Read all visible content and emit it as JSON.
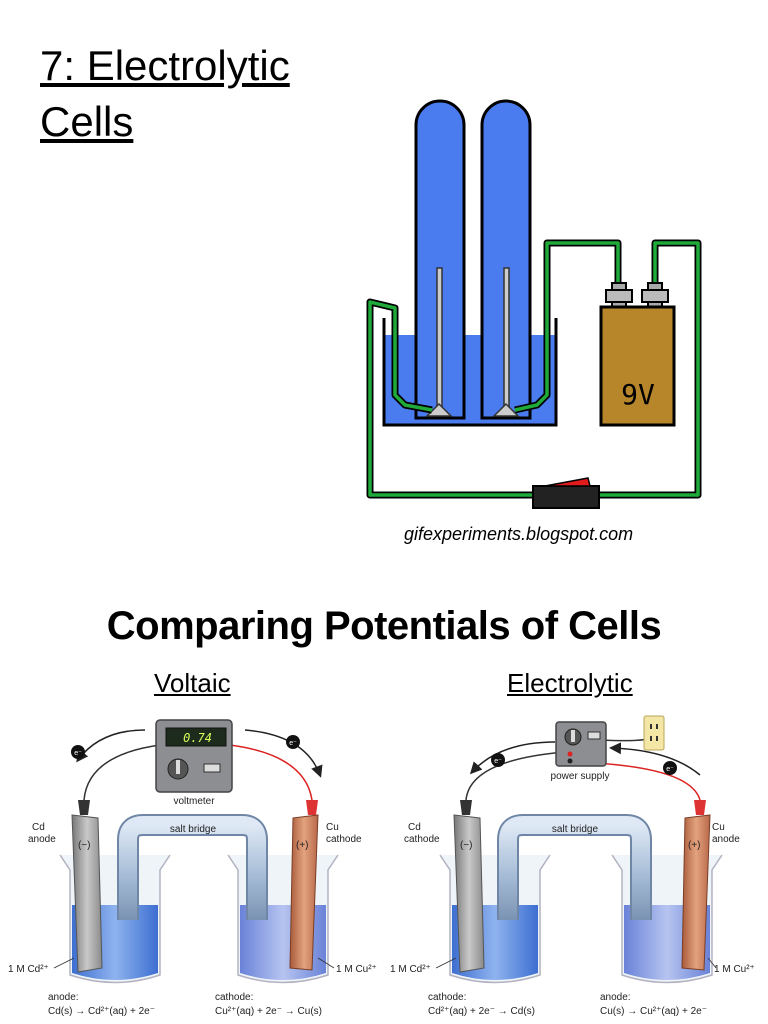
{
  "title": {
    "line1": "7: Electrolytic",
    "line2": "Cells"
  },
  "top_diagram": {
    "battery_label": "9V",
    "credit": "gifexperiments.blogspot.com"
  },
  "comparison": {
    "heading": "Comparing Potentials of Cells",
    "voltaic": {
      "label": "Voltaic",
      "meter_reading": "0.74",
      "meter_label": "voltmeter",
      "electron": "e⁻",
      "bridge_label": "salt bridge",
      "left_electrode": {
        "element": "Cd",
        "role": "anode",
        "sign": "(−)"
      },
      "right_electrode": {
        "element": "Cu",
        "role": "cathode",
        "sign": "(+)"
      },
      "left_solution": "1 M Cd²⁺",
      "right_solution": "1 M Cu²⁺",
      "left_eq_title": "anode:",
      "left_eq": "Cd(s) → Cd²⁺(aq) + 2e⁻",
      "right_eq_title": "cathode:",
      "right_eq": "Cu²⁺(aq) + 2e⁻ → Cu(s)"
    },
    "electrolytic": {
      "label": "Electrolytic",
      "supply_label": "power supply",
      "electron": "e⁻",
      "bridge_label": "salt bridge",
      "left_electrode": {
        "element": "Cd",
        "role": "cathode",
        "sign": "(−)"
      },
      "right_electrode": {
        "element": "Cu",
        "role": "anode",
        "sign": "(+)"
      },
      "left_solution": "1 M Cd²⁺",
      "right_solution": "1 M Cu²⁺",
      "left_eq_title": "cathode:",
      "left_eq": "Cd²⁺(aq) + 2e⁻ → Cd(s)",
      "right_eq_title": "anode:",
      "right_eq": "Cu(s) → Cu²⁺(aq) + 2e⁻"
    }
  },
  "colors": {
    "water": "#4a7cf0",
    "wire": "#1faa3a",
    "battery": "#b8862a",
    "switch": "#e11b1b"
  }
}
